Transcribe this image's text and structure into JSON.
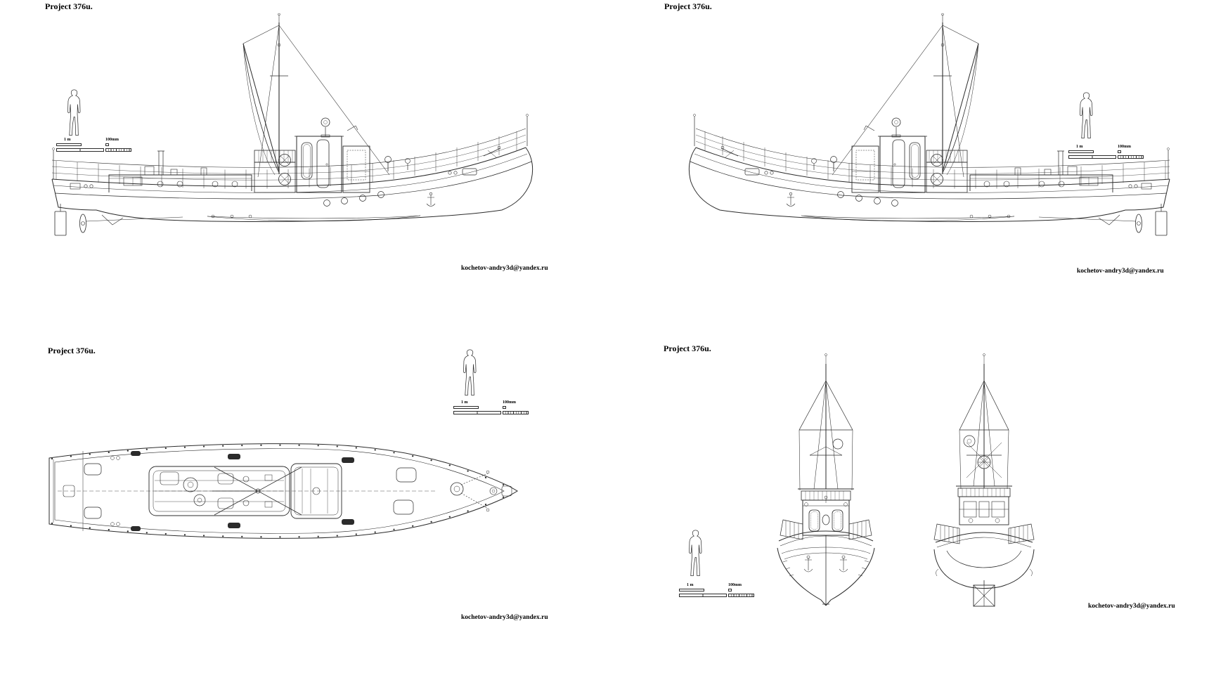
{
  "sheet": {
    "background": "#ffffff",
    "line_color": "#2b2b2b"
  },
  "quadrants": {
    "top_left": {
      "title": "Project 376u.",
      "credit": "kochetov-andry3d@yandex.ru",
      "scale_meter": "1 m",
      "scale_mm": "100mm"
    },
    "top_right": {
      "title": "Project 376u.",
      "credit": "kochetov-andry3d@yandex.ru",
      "scale_meter": "1 m",
      "scale_mm": "100mm"
    },
    "bottom_left": {
      "title": "Project 376u.",
      "credit": "kochetov-andry3d@yandex.ru",
      "scale_meter": "1 m",
      "scale_mm": "100mm"
    },
    "bottom_right": {
      "title": "Project 376u.",
      "credit": "kochetov-andry3d@yandex.ru",
      "scale_meter": "1 m",
      "scale_mm": "100mm"
    }
  }
}
